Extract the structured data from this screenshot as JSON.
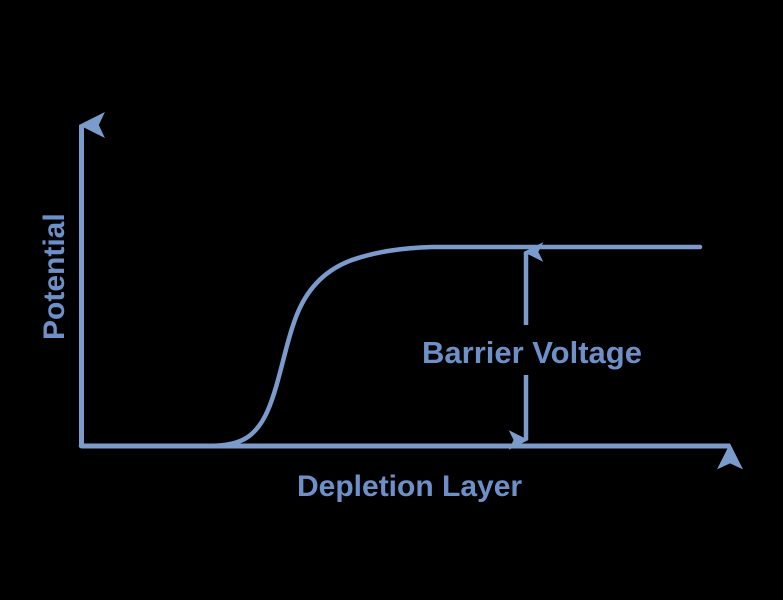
{
  "figure": {
    "background_color": "#000000",
    "line_color": "#7b9bcc",
    "text_color": "#6d90c9",
    "y_axis_label": "Potential",
    "x_axis_label": "Depletion Layer",
    "annotation_label": "Barrier Voltage"
  },
  "chart_data": {
    "type": "line",
    "title": "",
    "xlabel": "Depletion Layer",
    "ylabel": "Potential",
    "grid": false,
    "legend": null,
    "axis_style": "arrowed",
    "xlim": [
      0,
      100
    ],
    "ylim": [
      0,
      1.15
    ],
    "annotations": [
      {
        "text": "Barrier Voltage",
        "type": "double-headed-vertical-arrow",
        "x": 72,
        "y_from": 0,
        "y_to": 1,
        "describes": "potential difference between plateau level and baseline"
      }
    ],
    "series": [
      {
        "name": "Potential",
        "shape": "sigmoid",
        "x": [
          0,
          5,
          10,
          15,
          20,
          24,
          28,
          31,
          34,
          37,
          40,
          43,
          46,
          50,
          54,
          58,
          62,
          66,
          70,
          75,
          80,
          85,
          90,
          95,
          100
        ],
        "y": [
          0.0,
          0.0,
          0.0,
          0.005,
          0.02,
          0.05,
          0.12,
          0.22,
          0.35,
          0.49,
          0.62,
          0.72,
          0.8,
          0.88,
          0.93,
          0.96,
          0.98,
          0.99,
          1.0,
          1.0,
          1.0,
          1.0,
          1.0,
          1.0,
          1.0
        ]
      }
    ]
  }
}
